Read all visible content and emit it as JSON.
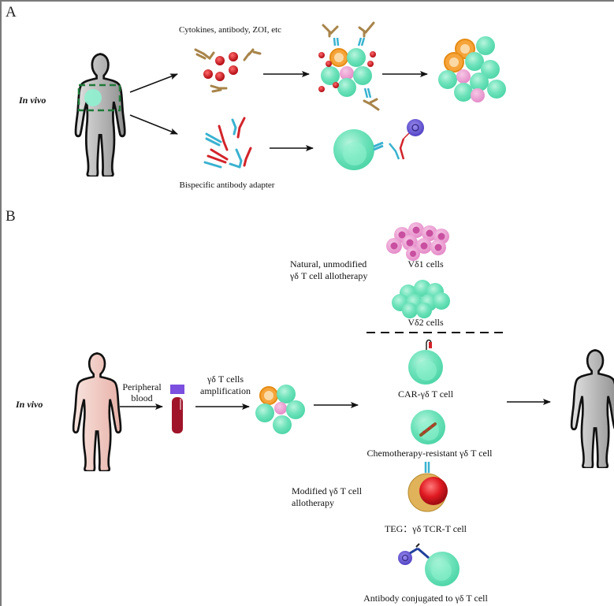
{
  "figure": {
    "panels": [
      {
        "label": "A",
        "in_vivo_label": "In vivo",
        "routes": [
          {
            "agent_label": "Cytokines,  antibody, ZOI, etc",
            "steps": [
              "agents",
              "activated-cell-cluster",
              "expanded-cell-cluster"
            ]
          },
          {
            "agent_label": "Bispecific antibody adapter",
            "steps": [
              "bispecific-antibodies",
              "t-cell-bound-to-tumor-cell"
            ]
          }
        ]
      },
      {
        "label": "B",
        "in_vivo_label": "In vivo",
        "flow": {
          "step1_label": "Peripheral\nblood",
          "step1_line1": "Peripheral",
          "step1_line2": "blood",
          "step2_line1": "γδ T cells",
          "step2_line2": "amplification"
        },
        "groups": {
          "natural": {
            "line1": "Natural, unmodified",
            "line2": "γδ T cell allotherapy",
            "cells": [
              "Vδ1 cells",
              "Vδ2 cells"
            ]
          },
          "modified": {
            "line1": "Modified γδ T cell",
            "line2": "allotherapy",
            "cells": [
              "CAR-γδ T cell",
              "Chemotherapy-resistant γδ T cell",
              "TEG：γδ TCR-T cell",
              "Antibody conjugated to γδ T cell"
            ]
          }
        }
      }
    ],
    "colors": {
      "t_cell": "#5fe0b4",
      "t_cell_light": "#a8f0d6",
      "vd1_cell": "#e58bc8",
      "vd1_nucleus": "#c94fa0",
      "orange_cell": "#f39a26",
      "red_particle": "#c0141c",
      "antibody_brown": "#a8844a",
      "antibody_blue": "#39b2d0",
      "antibody_red": "#d2232a",
      "tumor_purple": "#6b5bd6",
      "tube_cap": "#7b4fe0",
      "tube_blood": "#a0142a",
      "body_grey": "#b5b5b5",
      "body_pink": "#f1c8c0",
      "teg_gold": "#e0b25a"
    }
  }
}
